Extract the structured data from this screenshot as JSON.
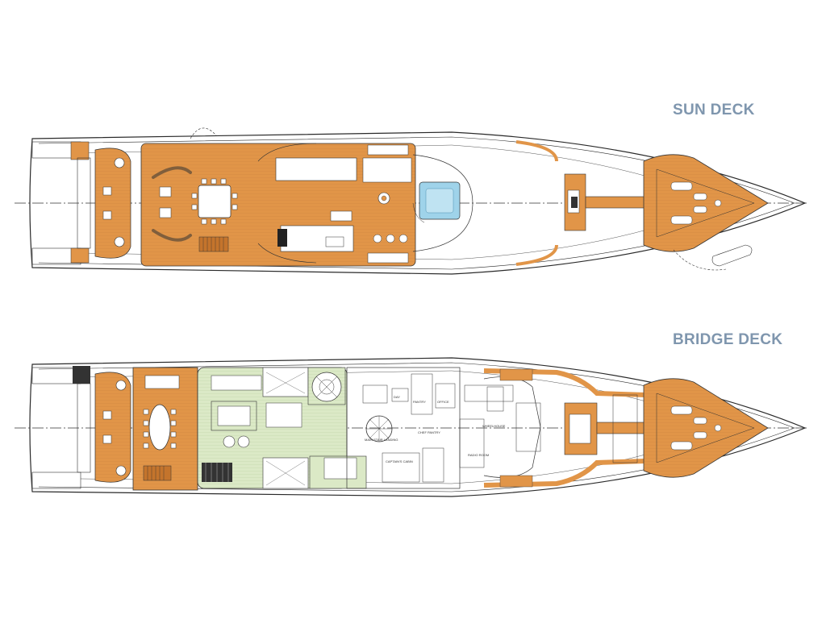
{
  "decks": {
    "sun": {
      "title": "SUN DECK"
    },
    "bridge": {
      "title": "BRIDGE DECK"
    }
  },
  "room_labels": {
    "main_stair_landing": "MAIN STAIR LANDING",
    "chef_pantry": "CHEF PANTRY",
    "captains_cabin": "CAPTAIN'S CABIN",
    "radio_room": "RADIO ROOM",
    "wheelhouse": "WHEELHOUSE",
    "office": "OFFICE",
    "pantry": "PANTRY",
    "day": "DAY"
  },
  "colors": {
    "title": "#7f96ae",
    "teak": "#e19548",
    "teak_dark": "#c4742c",
    "lounge_green": "#dbe9c6",
    "pool_blue": "#9fd3ea",
    "line": "#2a2a2a"
  }
}
